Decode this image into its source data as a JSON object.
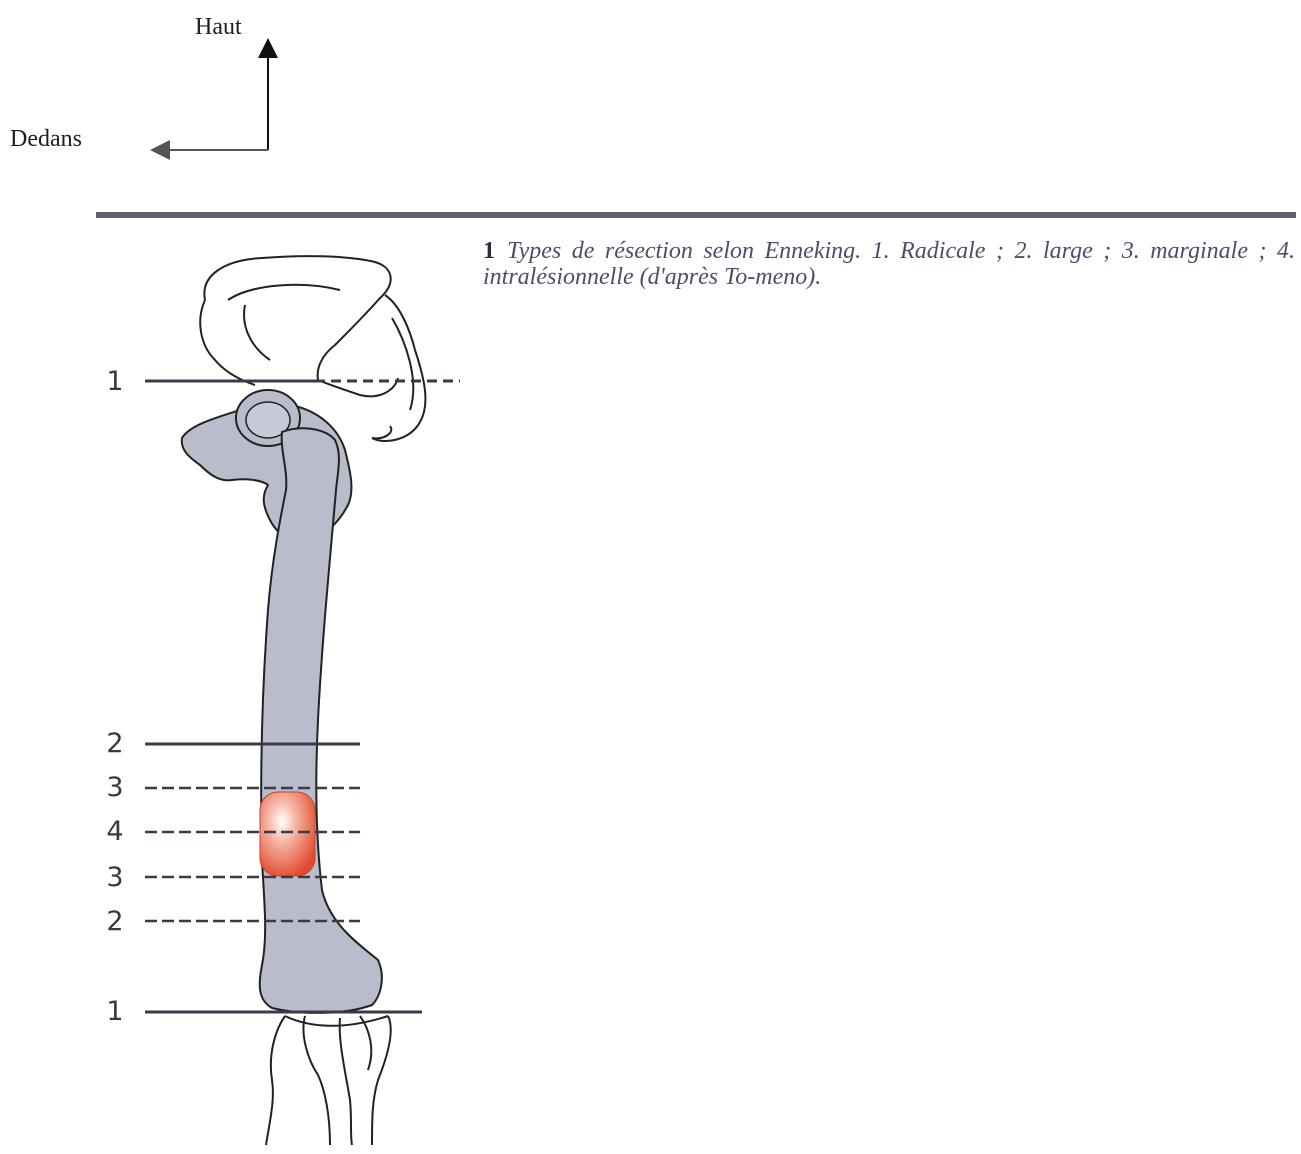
{
  "orientation": {
    "up_label": "Haut",
    "medial_label": "Dedans"
  },
  "caption": {
    "figure_number": "1",
    "text": "Types de résection selon Enneking. 1. Radicale ; 2. large ; 3. marginale ; 4. intralésionnelle (d'après To-meno)."
  },
  "levels": [
    "1",
    "2",
    "3",
    "4",
    "3",
    "2",
    "1"
  ],
  "colors": {
    "bone": "#b9bccb",
    "tumor": "#e45a3e",
    "rule": "#5e6070"
  }
}
